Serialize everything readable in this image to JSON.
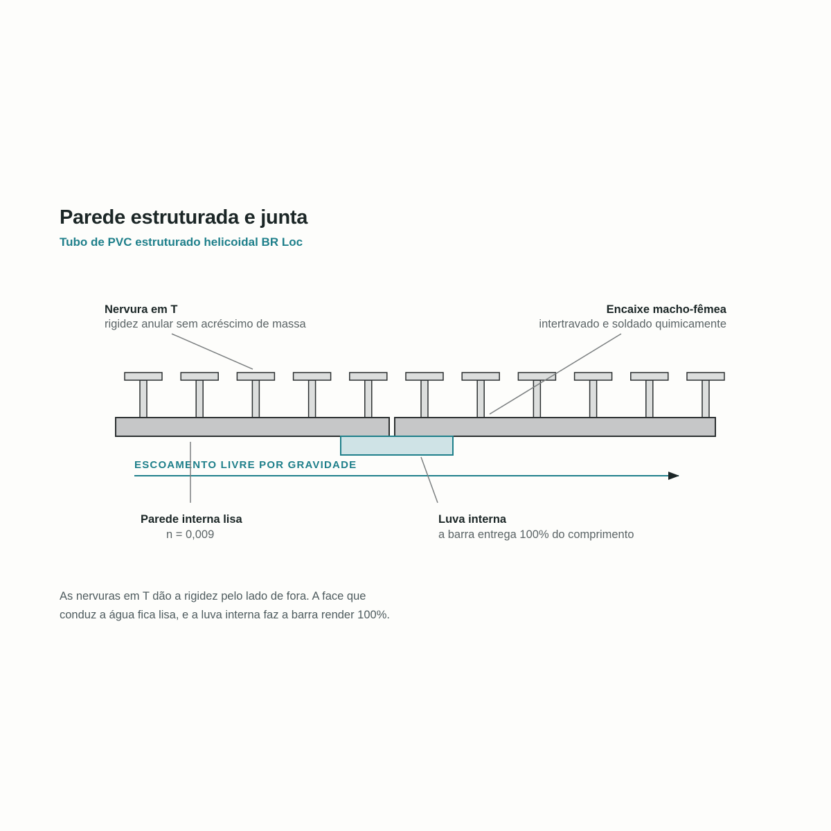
{
  "header": {
    "title": "Parede estruturada e junta",
    "subtitle": "Tubo de PVC estruturado helicoidal BR Loc"
  },
  "labels": {
    "rib": {
      "title": "Nervura em T",
      "desc": "rigidez anular sem acréscimo de massa"
    },
    "joint": {
      "title": "Encaixe macho-fêmea",
      "desc": "intertravado e soldado quimicamente"
    },
    "flow": "ESCOAMENTO LIVRE POR GRAVIDADE",
    "inner_wall": {
      "title": "Parede interna lisa",
      "desc": "n = 0,009"
    },
    "sleeve": {
      "title": "Luva interna",
      "desc": "a barra entrega 100% do comprimento"
    }
  },
  "caption": {
    "line1": "As nervuras em T dão a rigidez pelo lado de fora. A face que",
    "line2": "conduz a água fica lisa, e a luva interna faz a barra render 100%."
  },
  "colors": {
    "title": "#1b2626",
    "accent": "#1e7f8a",
    "pipe_fill": "#c6c7c8",
    "rib_fill": "#dcdedd",
    "sleeve_fill": "#cfe3e6",
    "outline": "#2b2f30",
    "leader": "#7b7f80",
    "muted_text": "#5b6466"
  },
  "diagram": {
    "rib_count": 11
  }
}
